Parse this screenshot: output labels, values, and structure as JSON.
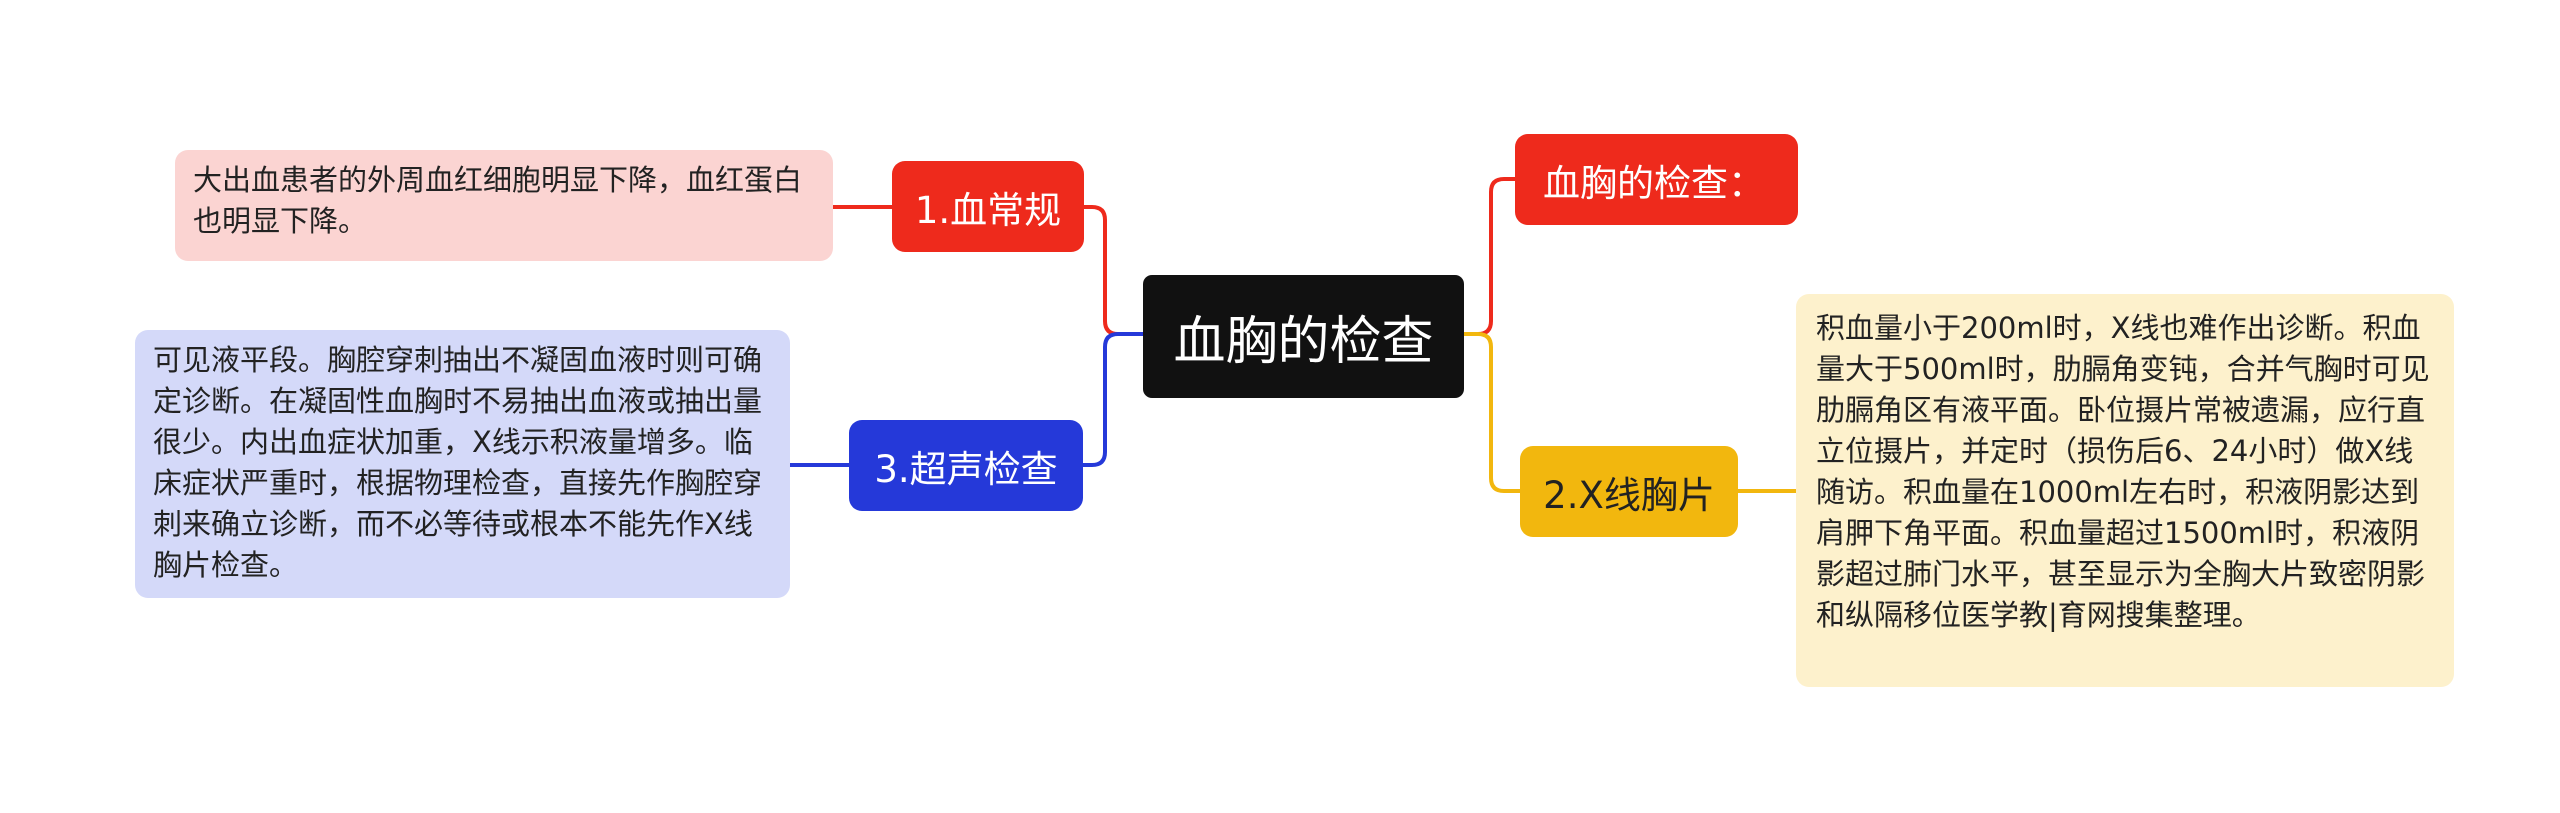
{
  "center": {
    "label": "血胸的检查"
  },
  "left_branches": [
    {
      "label": "1.血常规",
      "color": "#ee2a1c",
      "note": "大出血患者的外周血红细胞明显下降，血红蛋白也明显下降。"
    },
    {
      "label": "3.超声检查",
      "color": "#2539d9",
      "note": "可见液平段。胸腔穿刺抽出不凝固血液时则可确定诊断。在凝固性血胸时不易抽出血液或抽出量很少。内出血症状加重，X线示积液量增多。临床症状严重时，根据物理检查，直接先作胸腔穿刺来确立诊断，而不必等待或根本不能先作X线胸片检查。"
    }
  ],
  "right_branches": [
    {
      "label": "血胸的检查：",
      "color": "#ee2a1c"
    },
    {
      "label": "2.X线胸片",
      "color": "#f2b70e",
      "note": "积血量小于200ml时，X线也难作出诊断。积血量大于500ml时，肋膈角变钝，合并气胸时可见肋膈角区有液平面。卧位摄片常被遗漏，应行直立位摄片，并定时（损伤后6、24小时）做X线随访。积血量在1000ml左右时，积液阴影达到肩胛下角平面。积血量超过1500ml时，积液阴影超过肺门水平，甚至显示为全胸大片致密阴影和纵隔移位医学教|育网搜集整理。"
    }
  ]
}
